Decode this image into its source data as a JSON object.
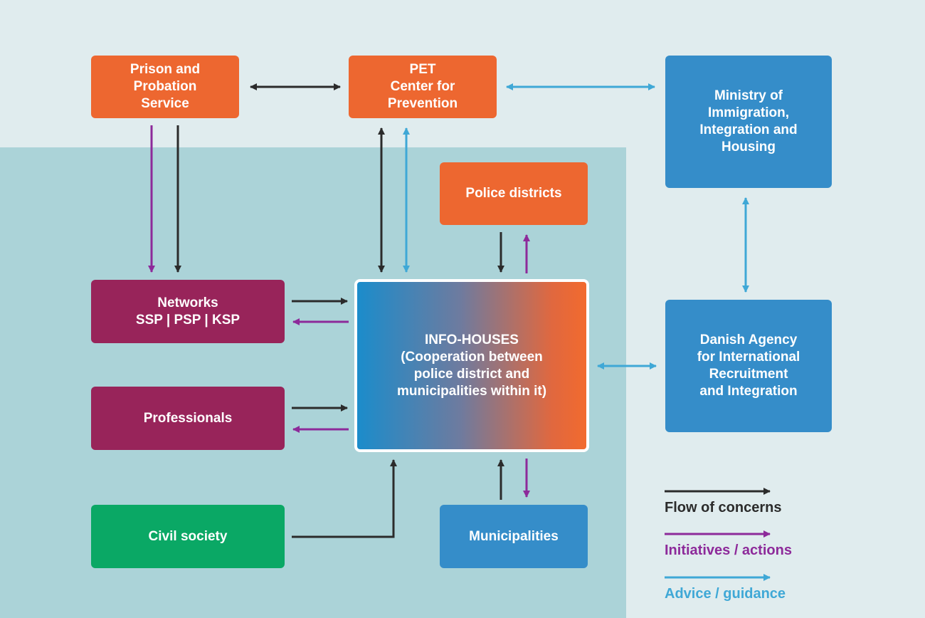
{
  "colors": {
    "flow": "#2b2b2b",
    "initiative": "#8d2a9a",
    "advice": "#3fa8d6",
    "orange": "#ed6730",
    "blue": "#358dc9",
    "purple": "#98245a",
    "green": "#0aa865"
  },
  "boxes": {
    "prison": "Prison and\nProbation\nService",
    "pet": "PET\nCenter for\nPrevention",
    "ministry": "Ministry of\nImmigration,\nIntegration and\nHousing",
    "police": "Police districts",
    "networks": "Networks\nSSP | PSP | KSP",
    "info": "INFO-HOUSES\n(Cooperation between\npolice district and\nmunicipalities within it)",
    "agency": "Danish Agency\nfor International\nRecruitment\nand Integration",
    "professionals": "Professionals",
    "civil": "Civil society",
    "municipalities": "Municipalities"
  },
  "legend": {
    "flow": "Flow of concerns",
    "initiatives": "Initiatives / actions",
    "advice": "Advice / guidance"
  }
}
